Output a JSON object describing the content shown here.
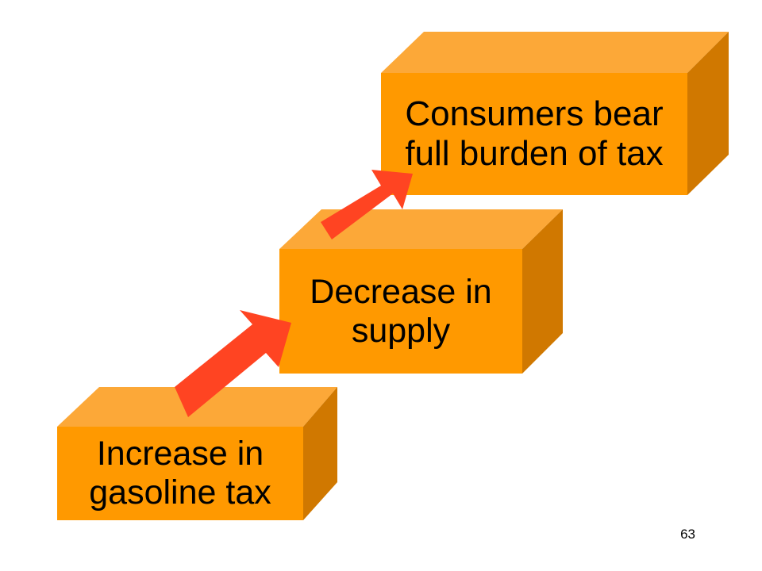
{
  "colors": {
    "box_front": "#FF9900",
    "box_top": "#FCA838",
    "box_side": "#D07800",
    "arrow": "#FF4422"
  },
  "steps": [
    {
      "label": "Increase in\ngasoline tax"
    },
    {
      "label": "Decrease in\nsupply"
    },
    {
      "label": "Consumers bear\nfull burden of tax"
    }
  ],
  "page_number": "63"
}
